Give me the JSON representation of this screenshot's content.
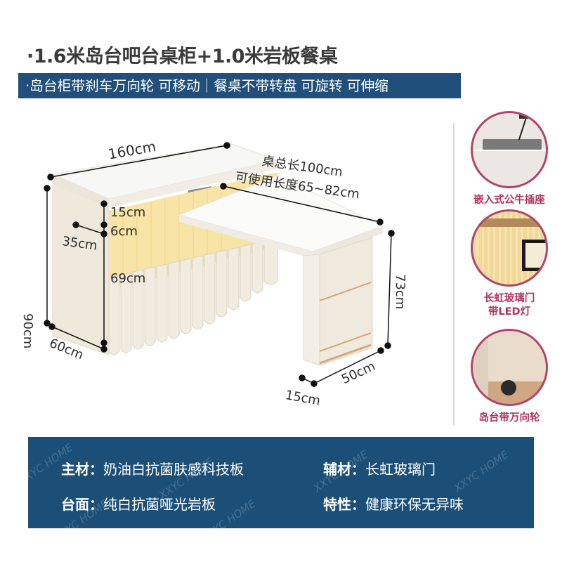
{
  "header": {
    "title": "·1.6米岛台吧台桌柜+1.0米岩板餐桌",
    "banner": "·岛台柜带刹车万向轮 可移动｜餐桌不带转盘 可旋转 可伸缩"
  },
  "diagram": {
    "dimensions": {
      "width_top": "160cm",
      "table_total": "桌总长100cm",
      "table_usable": "可使用长度65~82cm",
      "top_thickness": "15cm",
      "gap": "6cm",
      "shelf_depth": "35cm",
      "cabinet_height": "90cm",
      "lower_height": "69cm",
      "depth": "60cm",
      "table_height": "73cm",
      "table_width": "50cm",
      "leg_width": "15cm"
    }
  },
  "features": [
    {
      "caption_line1": "嵌入式公牛插座",
      "caption_line2": "",
      "icon": "power-socket-image"
    },
    {
      "caption_line1": "长虹玻璃门",
      "caption_line2": "带LED灯",
      "icon": "glass-door-led-image"
    },
    {
      "caption_line1": "岛台带万向轮",
      "caption_line2": "",
      "icon": "caster-wheel-image"
    }
  ],
  "specs": {
    "main_material_label": "主材：",
    "main_material_value": "奶油白抗菌肤感科技板",
    "aux_material_label": "辅材：",
    "aux_material_value": "长虹玻璃门",
    "top_label": "台面：",
    "top_value": "纯白抗菌哑光岩板",
    "feature_label": "特性：",
    "feature_value": "健康环保无异味"
  },
  "watermark": "XXYC HOME",
  "colors": {
    "banner_bg": "#1f4f7a",
    "specs_bg": "#1b4f78",
    "caption_pink": "#b0335e",
    "circle_border": "#b0456a"
  }
}
